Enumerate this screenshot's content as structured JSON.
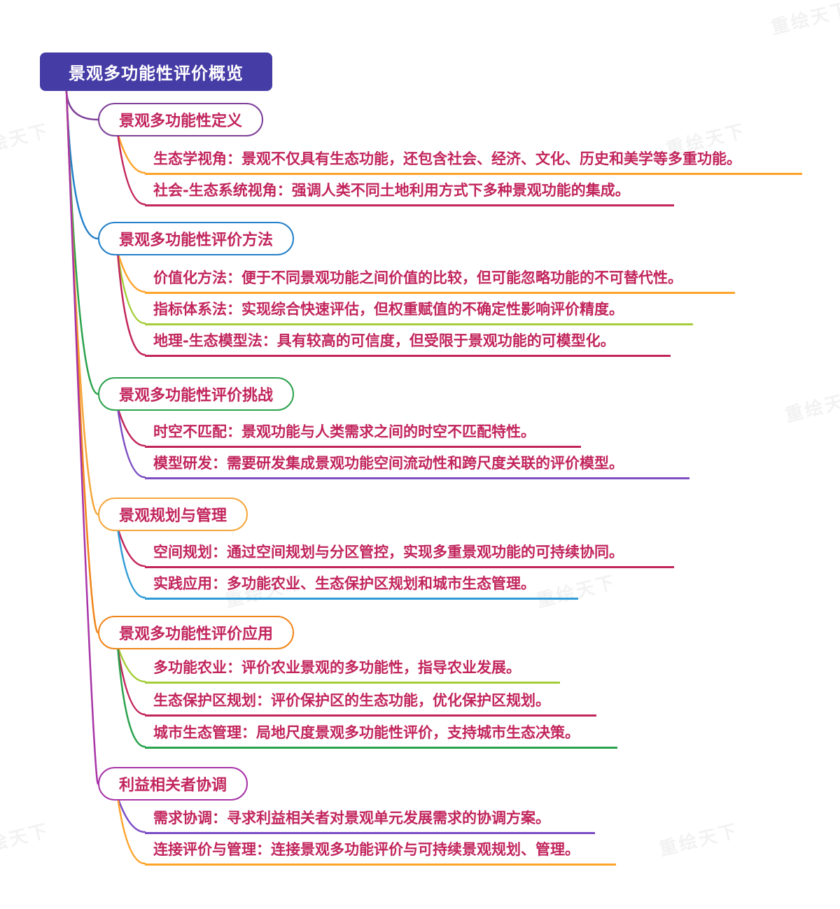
{
  "watermark": "重绘天下",
  "root": {
    "label": "景观多功能性评价概览",
    "bg": "#463CA6",
    "text_color": "#FFFFFF"
  },
  "text_color": "#C2255C",
  "branches": [
    {
      "label": "景观多功能性定义",
      "color": "#7D3F98",
      "children": [
        {
          "text": "生态学视角：景观不仅具有生态功能，还包含社会、经济、文化、历史和美学等多重功能。",
          "color": "#FFA42B"
        },
        {
          "text": "社会-生态系统视角：强调人类不同土地利用方式下多种景观功能的集成。",
          "color": "#C2255C"
        }
      ]
    },
    {
      "label": "景观多功能性评价方法",
      "color": "#2380C9",
      "children": [
        {
          "text": "价值化方法：便于不同景观功能之间价值的比较，但可能忽略功能的不可替代性。",
          "color": "#FFA42B"
        },
        {
          "text": "指标体系法：实现综合快速评估，但权重赋值的不确定性影响评价精度。",
          "color": "#A4CE39"
        },
        {
          "text": "地理-生态模型法：具有较高的可信度，但受限于景观功能的可模型化。",
          "color": "#C2255C"
        }
      ]
    },
    {
      "label": "景观多功能性评价挑战",
      "color": "#2BA24C",
      "children": [
        {
          "text": "时空不匹配：景观功能与人类需求之间的时空不匹配特性。",
          "color": "#C2255C"
        },
        {
          "text": "模型研发：需要研发集成景观功能空间流动性和跨尺度关联的评价模型。",
          "color": "#7C4DC4"
        }
      ]
    },
    {
      "label": "景观规划与管理",
      "color": "#F5A63B",
      "children": [
        {
          "text": "空间规划：通过空间规划与分区管控，实现多重景观功能的可持续协同。",
          "color": "#C2255C"
        },
        {
          "text": "实践应用：多功能农业、生态保护区规划和城市生态管理。",
          "color": "#2E9BD6"
        }
      ]
    },
    {
      "label": "景观多功能性评价应用",
      "color": "#F08519",
      "children": [
        {
          "text": "多功能农业：评价农业景观的多功能性，指导农业发展。",
          "color": "#A4CE39"
        },
        {
          "text": "生态保护区规划：评价保护区的生态功能，优化保护区规划。",
          "color": "#C2255C"
        },
        {
          "text": "城市生态管理：局地尺度景观多功能性评价，支持城市生态决策。",
          "color": "#2BA24C"
        }
      ]
    },
    {
      "label": "利益相关者协调",
      "color": "#A834A8",
      "children": [
        {
          "text": "需求协调：寻求利益相关者对景观单元发展需求的协调方案。",
          "color": "#7C4DC4"
        },
        {
          "text": "连接评价与管理：连接景观多功能评价与可持续景观规划、管理。",
          "color": "#FFA42B"
        }
      ]
    }
  ]
}
